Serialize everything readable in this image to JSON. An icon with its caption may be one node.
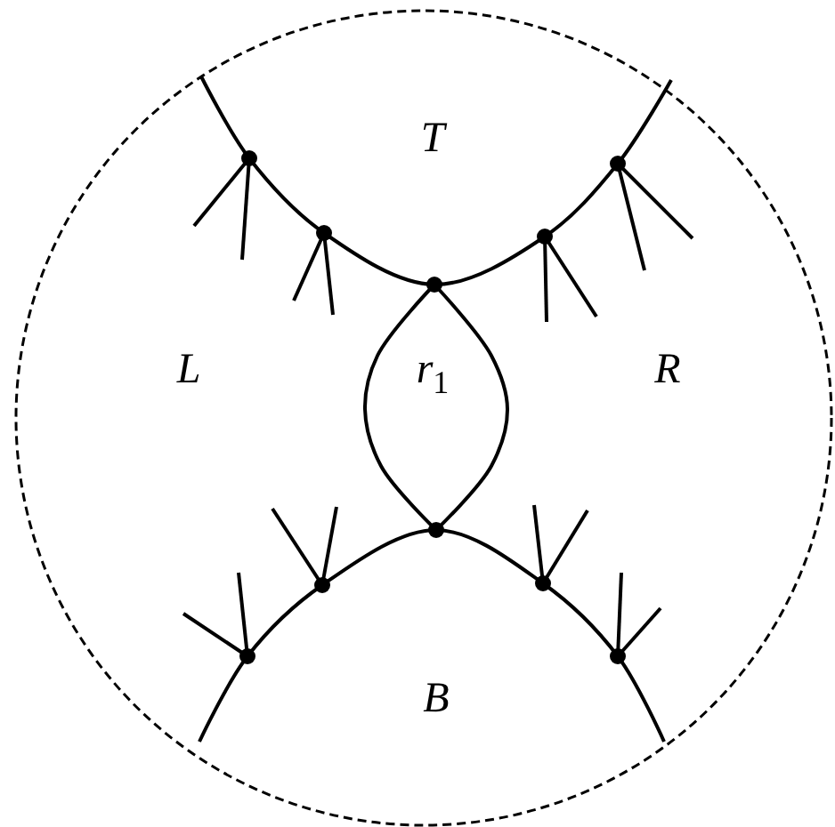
{
  "diagram": {
    "labels": [
      "T",
      "L",
      "*r*$_{1}$",
      "R",
      "B"
    ]
  }
}
